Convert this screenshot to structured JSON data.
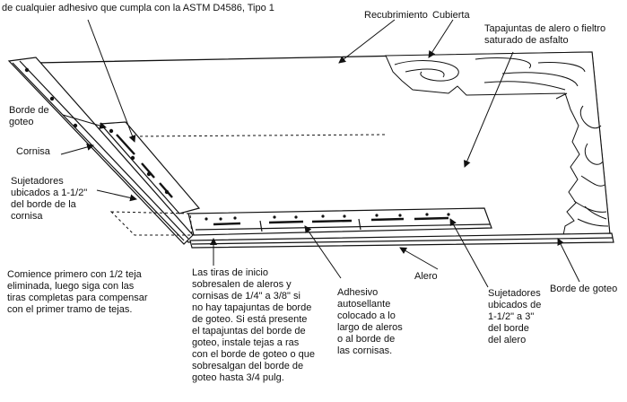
{
  "colors": {
    "ink": "#111111",
    "paper": "#ffffff"
  },
  "labels": {
    "top_note": "de cualquier adhesivo que cumpla con la ASTM D4586, Tipo 1",
    "recubrimiento": "Recubrimiento",
    "cubierta": "Cubierta",
    "tapajuntas_alero": "Tapajuntas de alero o fieltro\nsaturado de asfalto",
    "borde_goteo_left": "Borde de\ngoteo",
    "cornisa": "Cornisa",
    "sujetadores_cornisa": "Sujetadores\nubicados a 1-1/2\"\ndel borde de la\ncornisa",
    "comience": "Comience primero con 1/2 teja\neliminada, luego siga con las\ntiras completas para compensar\ncon el primer tramo de tejas.",
    "tiras_inicio": "Las tiras de inicio\nsobresalen de aleros y\ncornisas de 1/4\" a 3/8\" si\nno hay tapajuntas de borde\nde goteo. Si está presente\nel tapajuntas del borde de\ngoteo, instale tejas a ras\ncon el borde de goteo o que\nsobresalgan del borde de\ngoteo hasta 3/4 pulg.",
    "adhesivo": "Adhesivo\nautosellante\ncolocado a lo\nlargo de aleros\no al borde de\nlas cornisas.",
    "alero": "Alero",
    "sujetadores_alero": "Sujetadores\nubicados de\n1-1/2\" a 3\"\ndel borde\ndel alero",
    "borde_goteo_right": "Borde de goteo"
  }
}
